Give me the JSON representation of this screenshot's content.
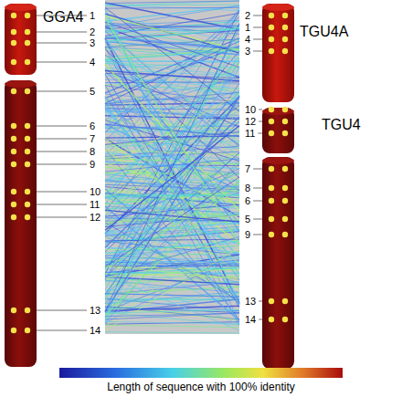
{
  "diagram": {
    "nodes": [
      {
        "text": [
          "GGA4"
        ]
      },
      {
        "text": [
          "TGU4A"
        ]
      },
      {
        "text": [
          "TGU4"
        ]
      }
    ],
    "labels": [
      "1",
      "2",
      "3",
      "4",
      "5",
      "6",
      "7",
      "8",
      "9",
      "10",
      "11",
      "12",
      "13",
      "14",
      "2",
      "1",
      "4",
      "3",
      "10",
      "12",
      "11",
      "7",
      "8",
      "6",
      "5",
      "9",
      "13",
      "14"
    ],
    "legend": [
      {
        "text": "Length of sequence with 100% identity"
      }
    ]
  }
}
